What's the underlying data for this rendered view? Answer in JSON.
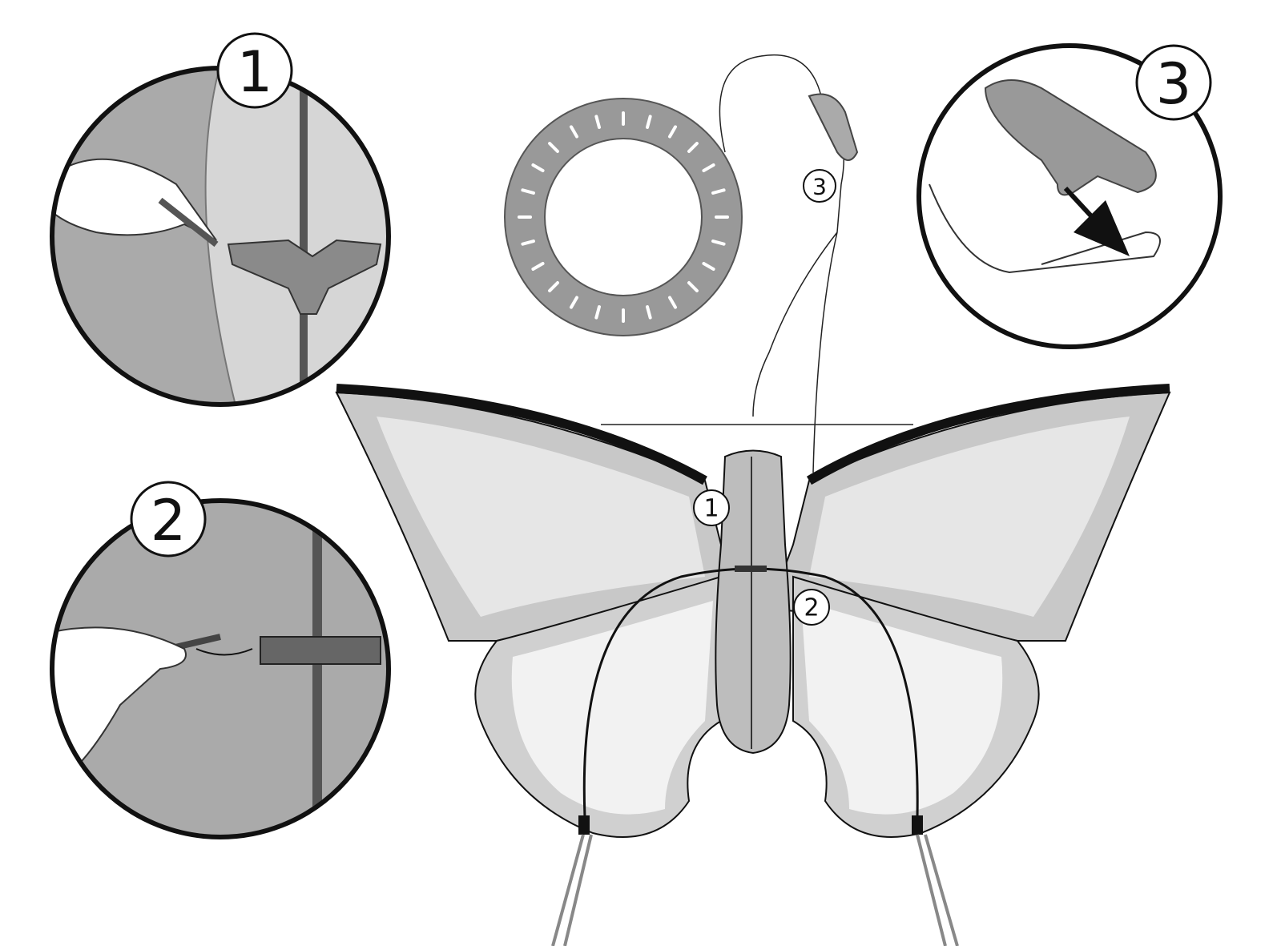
{
  "steps": {
    "step1": {
      "label": "1"
    },
    "step2": {
      "label": "2"
    },
    "step3": {
      "label": "3"
    }
  },
  "kite_markers": {
    "marker1": "1",
    "marker2": "2",
    "marker3": "3"
  },
  "colors": {
    "wing_outer": "#c8c8c8",
    "wing_inner": "#e6e6e6",
    "body": "#bdbdbd",
    "spar": "#1a1a1a",
    "detail_bg_dark": "#a9a9a9",
    "detail_bg_light": "#d4d4d4"
  }
}
